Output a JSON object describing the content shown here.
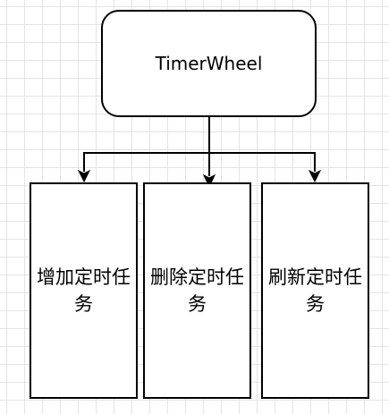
{
  "diagram": {
    "root": {
      "label": "TimerWheel"
    },
    "children": [
      {
        "label": "增加定时任务"
      },
      {
        "label": "删除定时任务"
      },
      {
        "label": "刷新定时任务"
      }
    ],
    "colors": {
      "stroke": "#000000",
      "fill": "#ffffff",
      "grid": "#e4e4e4"
    }
  }
}
